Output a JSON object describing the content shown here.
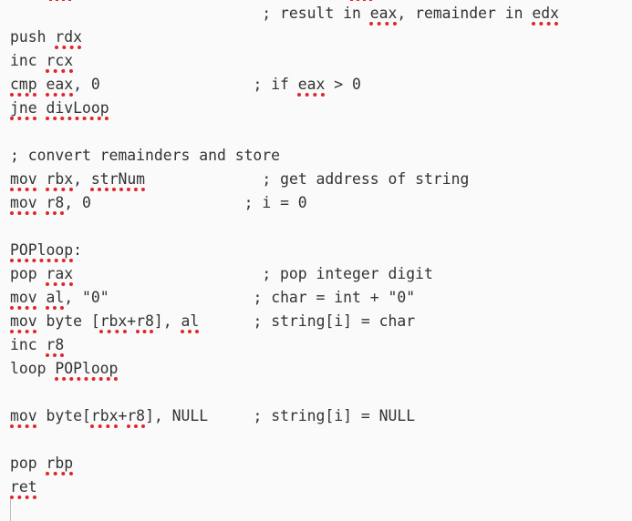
{
  "editor": {
    "lines": [
      [
        {
          "t": "                            ; result in "
        },
        {
          "t": "eax",
          "m": true
        },
        {
          "t": ", remainder in "
        },
        {
          "t": "edx",
          "m": true
        }
      ],
      [
        {
          "t": "push "
        },
        {
          "t": "rdx",
          "m": true
        }
      ],
      [
        {
          "t": "inc "
        },
        {
          "t": "rcx",
          "m": true
        }
      ],
      [
        {
          "t": "cmp",
          "m": true
        },
        {
          "t": " "
        },
        {
          "t": "eax",
          "m": true
        },
        {
          "t": ", 0                 ; if "
        },
        {
          "t": "eax",
          "m": true
        },
        {
          "t": " > 0"
        }
      ],
      [
        {
          "t": "jne",
          "m": true
        },
        {
          "t": " "
        },
        {
          "t": "divLoop",
          "m": true
        }
      ],
      [],
      [
        {
          "t": "; convert remainders and store"
        }
      ],
      [
        {
          "t": "mov",
          "m": true
        },
        {
          "t": " "
        },
        {
          "t": "rbx",
          "m": true
        },
        {
          "t": ", "
        },
        {
          "t": "strNum",
          "m": true
        },
        {
          "t": "             ; get address of string"
        }
      ],
      [
        {
          "t": "mov",
          "m": true
        },
        {
          "t": " "
        },
        {
          "t": "r8",
          "m": true
        },
        {
          "t": ", 0                 ; i = 0"
        }
      ],
      [],
      [
        {
          "t": "POPloop",
          "m": true
        },
        {
          "t": ":"
        }
      ],
      [
        {
          "t": "pop "
        },
        {
          "t": "rax",
          "m": true
        },
        {
          "t": "                     ; pop integer digit"
        }
      ],
      [
        {
          "t": "mov",
          "m": true
        },
        {
          "t": " "
        },
        {
          "t": "al",
          "m": true
        },
        {
          "t": ", \"0\"                ; char = int + \"0\""
        }
      ],
      [
        {
          "t": "mov",
          "m": true
        },
        {
          "t": " byte ["
        },
        {
          "t": "rbx",
          "m": true
        },
        {
          "t": "+"
        },
        {
          "t": "r8",
          "m": true
        },
        {
          "t": "], "
        },
        {
          "t": "al",
          "m": true
        },
        {
          "t": "      ; string[i] = char"
        }
      ],
      [
        {
          "t": "inc "
        },
        {
          "t": "r8",
          "m": true
        }
      ],
      [
        {
          "t": "loop "
        },
        {
          "t": "POPloop",
          "m": true
        }
      ],
      [],
      [
        {
          "t": "mov",
          "m": true
        },
        {
          "t": " byte["
        },
        {
          "t": "rbx",
          "m": true
        },
        {
          "t": "+"
        },
        {
          "t": "r8",
          "m": true
        },
        {
          "t": "], NULL     ; string[i] = NULL"
        }
      ],
      [],
      [
        {
          "t": "pop "
        },
        {
          "t": "rbp",
          "m": true
        }
      ],
      [
        {
          "t": "ret",
          "m": true
        }
      ]
    ]
  },
  "colors": {
    "background": "#fafafa",
    "text": "#333333",
    "spellcheck_squiggle": "#e0262c"
  }
}
